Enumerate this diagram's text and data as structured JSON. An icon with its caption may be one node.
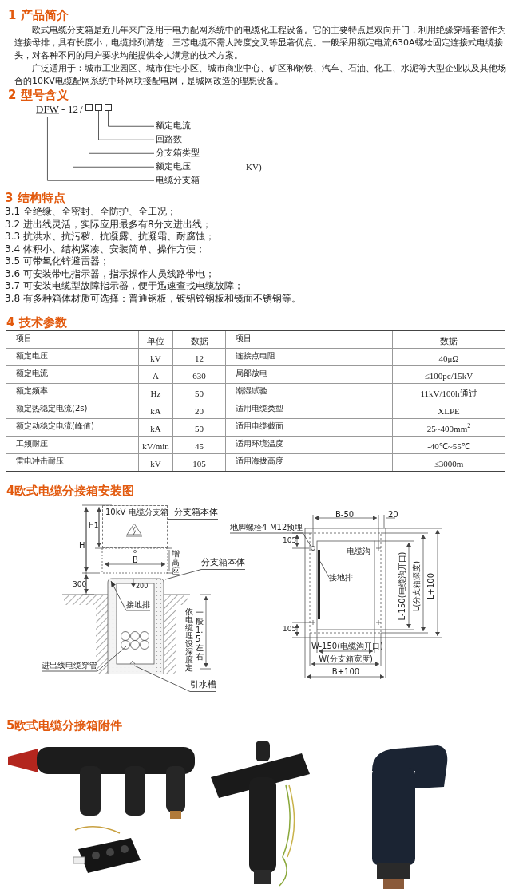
{
  "diagram": {
    "nodes": [
      {
        "text": [
          "DFW"
        ]
      },
      {
        "text": [
          "12"
        ]
      },
      {
        "text": [],
        "shape": "box"
      },
      {
        "text": [],
        "shape": "box"
      },
      {
        "text": [],
        "shape": "box"
      },
      {
        "text": [
          "额定电流"
        ]
      },
      {
        "text": [
          "回路数"
        ]
      },
      {
        "text": [
          "分支箱类型"
        ]
      },
      {
        "text": [
          "额定电压"
        ]
      },
      {
        "text": [
          "电缆分支箱"
        ]
      },
      {
        "text": [
          "分支箱本体"
        ]
      },
      {
        "text": [
          "分支箱本体"
        ]
      },
      {
        "text": [
          "地脚螺栓4-M12预埋"
        ]
      },
      {
        "text": [
          "接地排"
        ]
      },
      {
        "text": [
          "进出线电缆穿管"
        ]
      },
      {
        "text": [
          "引水槽"
        ]
      },
      {
        "text": [
          "接地排"
        ]
      },
      {
        "text": [
          "10kV 电缆分支箱"
        ]
      },
      {
        "text": [],
        "shape": "circle"
      },
      {
        "text": [],
        "shape": "bar"
      }
    ],
    "edges": [
      {
        "from": 5,
        "to": 4,
        "arrow": "none"
      },
      {
        "from": 6,
        "to": 3,
        "arrow": "none"
      },
      {
        "from": 7,
        "to": 2,
        "arrow": "none"
      },
      {
        "from": 8,
        "to": 1,
        "arrow": "none"
      },
      {
        "from": 9,
        "to": 0,
        "arrow": "none"
      },
      {
        "from": 10,
        "to": 17,
        "arrow": "none"
      },
      {
        "from": 11,
        "to": null,
        "arrow": "none"
      },
      {
        "from": 12,
        "to": 18,
        "arrow": "none"
      },
      {
        "from": 13,
        "to": null,
        "arrow": "to"
      },
      {
        "from": 14,
        "to": null,
        "arrow": "none"
      },
      {
        "from": 15,
        "to": null,
        "arrow": "none"
      },
      {
        "from": 16,
        "to": 19,
        "arrow": "none"
      }
    ],
    "labels": [
      "1 产品简介",
      "欧式电缆分支箱是近几年来广泛用于电力配网系统中的电缆化工程设备。它的主要特点是双向开门，利用绝缘穿墙套管作为连接母排，具有长度小，电缆排列清楚，三芯电缆不需大跨度交叉等显著优点。一般采用额定电流630A螺栓固定连接式电缆接头，对各种不同的用户要求均能提供令人满意的技术方案。",
      "广泛适用于：城市工业园区、城市住宅小区、城市商业中心、矿区和钢铁、汽车、石油、化工、水泥等大型企业以及其他场合的10KV电缆配网系统中环网联接配电网，是城网改造的理想设备。",
      "2 型号含义",
      "-",
      "/",
      "KV)",
      "3 结构特点",
      "3.1 全绝缘、全密封、全防护、全工况；",
      "3.2 进出线灵活，实际应用最多有8分支进出线；",
      "3.3 抗洪水、抗污秽、抗凝露、抗凝霜、耐腐蚀；",
      "3.4 体积小、结构紧凑、安装简单、操作方便；",
      "3.5 可带氧化锌避雷器；",
      "3.6 可安装带电指示器，指示操作人员线路带电；",
      "3.7 可安装电缆型故障指示器，便于迅速查找电缆故障；",
      "3.8 有多种箱体材质可选择：普通钢板，镀铝锌钢板和镜面不锈钢等。",
      "4 技术参数",
      "项目",
      "单位",
      "数据",
      "项目",
      "数据",
      "额定电压",
      "kV",
      "12",
      "连接点电阻",
      "40μΩ",
      "额定电流",
      "A",
      "630",
      "局部放电",
      "≤100pc/15kV",
      "额定频率",
      "Hz",
      "50",
      "潮湿试验",
      "11kV/100h通过",
      "额定热稳定电流(2s)",
      "kA",
      "20",
      "适用电缆类型",
      "XLPE",
      "额定动稳定电流(峰值)",
      "kA",
      "50",
      "适用电缆截面",
      "25~400mm$^{2}$",
      "工频耐压",
      "kV/min",
      "45",
      "适用环境温度",
      "-40℃~55℃",
      "雷电冲击耐压",
      "kV",
      "105",
      "适用海拔高度",
      "≤3000m",
      "4欧式电缆分接箱安装图",
      "H",
      "H1",
      "B",
      "增高座",
      "300",
      "200",
      "依电缆埋设深度定",
      "一般1.5左右",
      "B-50",
      "20",
      "105",
      "电缆沟",
      "L-150(电缆沟开口)",
      "L(分支箱深度)",
      "L+100",
      "105",
      "W-150(电缆沟开口)",
      "W(分支箱宽度)",
      "B+100",
      "5欧式电缆分接箱附件"
    ]
  }
}
